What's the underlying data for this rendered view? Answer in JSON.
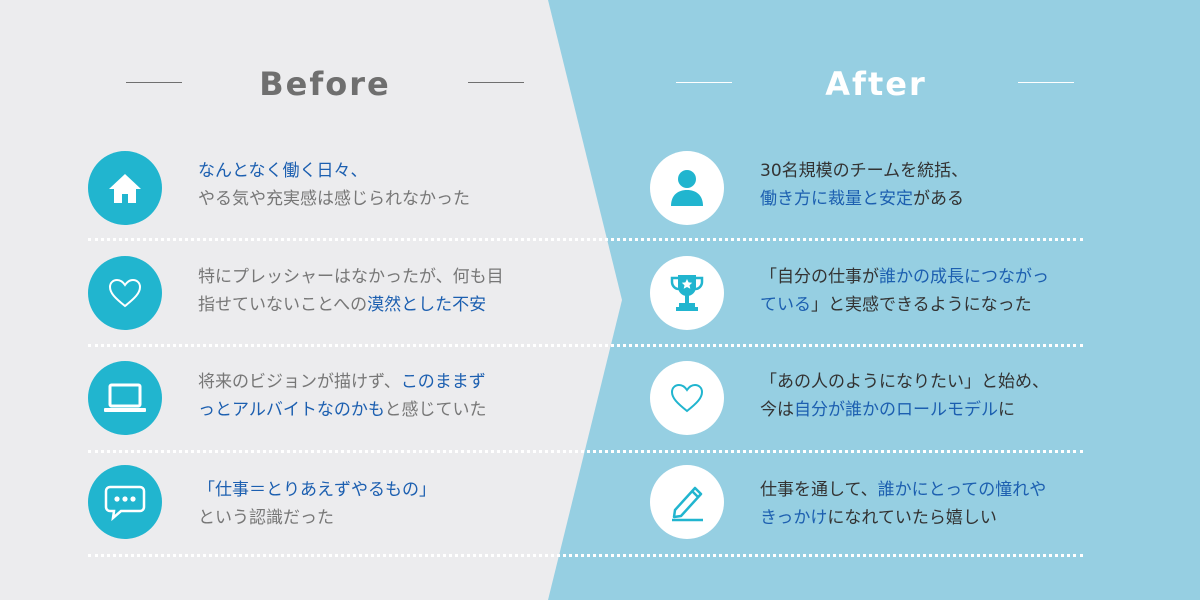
{
  "colors": {
    "left_bg": "#ececee",
    "right_bg": "#96cfe2",
    "icon_teal": "#21b5cf",
    "highlight": "#1c5fb0"
  },
  "before": {
    "heading": "Before",
    "items": [
      {
        "icon": "house-icon",
        "line1": [
          "なんとなく働く日々、"
        ],
        "line2": [
          "やる気や充実感は感じられなかった"
        ]
      },
      {
        "icon": "heart-icon",
        "line1": [
          "特にプレッシャーはなかったが、何も目"
        ],
        "line2": [
          "指せていないことへの",
          "漠然とした不安"
        ]
      },
      {
        "icon": "laptop-icon",
        "line1": [
          "将来のビジョンが描けず、",
          "このままず"
        ],
        "line2": [
          "っとアルバイトなのかも",
          "と感じていた"
        ]
      },
      {
        "icon": "chat-bubble-icon",
        "line1": [
          "「仕事＝とりあえずやるもの」"
        ],
        "line2": [
          "という認識だった"
        ]
      }
    ]
  },
  "after": {
    "heading": "After",
    "items": [
      {
        "icon": "person-icon",
        "line1": [
          "30名規模のチームを統括、"
        ],
        "line2": [
          "働き方に裁量と安定",
          "がある"
        ]
      },
      {
        "icon": "trophy-icon",
        "line1": [
          "「自分の仕事が",
          "誰かの成長につながっ"
        ],
        "line2": [
          "ている",
          "」と実感できるようになった"
        ]
      },
      {
        "icon": "heart-icon",
        "line1": [
          "「あの人のようになりたい」と始め、"
        ],
        "line2": [
          "今は",
          "自分が誰かのロールモデル",
          "に"
        ]
      },
      {
        "icon": "pen-icon",
        "line1": [
          "仕事を通して、",
          "誰かにとっての憧れや"
        ],
        "line2": [
          "きっかけ",
          "になれていたら嬉しい"
        ]
      }
    ]
  }
}
